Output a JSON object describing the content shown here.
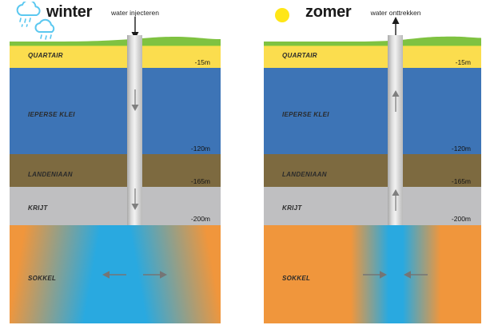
{
  "diagram": {
    "panels": [
      {
        "season": "winter",
        "icon": "rain-clouds",
        "action": "water injecteren",
        "well_flow": "down",
        "sokkel_flow": "outward"
      },
      {
        "season": "zomer",
        "icon": "sun",
        "action": "water onttrekken",
        "well_flow": "up",
        "sokkel_flow": "inward"
      }
    ],
    "layers": [
      {
        "name": "QUARTAIR",
        "depth": "-15m",
        "color": "#FBDD4E"
      },
      {
        "name": "IEPERSE KLEI",
        "depth": "-120m",
        "color": "#3D74B6"
      },
      {
        "name": "LANDENIAAN",
        "depth": "-165m",
        "color": "#7D6A40"
      },
      {
        "name": "KRIJT",
        "depth": "-200m",
        "color": "#BFBFC1"
      },
      {
        "name": "SOKKEL",
        "depth": "",
        "color": "#F0963C"
      }
    ],
    "colors": {
      "surface_green": "#7FC241",
      "cold_water_blue": "#29A9E0",
      "warm_ground_orange": "#F0963C",
      "well_casing_gray": "#D9D9D9",
      "well_screen_blue": "#BFD8EC",
      "sun_yellow": "#FFE617",
      "cloud_blue": "#5BC8F0",
      "arrow_gray": "#757575"
    }
  }
}
